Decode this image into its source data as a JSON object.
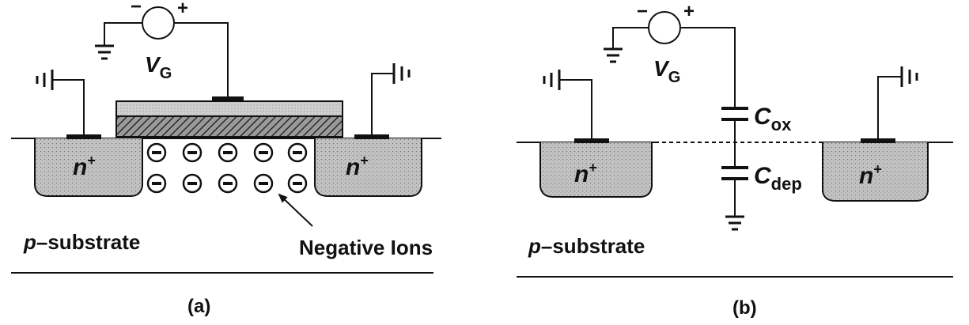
{
  "panel_a": {
    "source_symbol": "V",
    "source_subscript": "G",
    "minus_sign": "−",
    "plus_sign": "+",
    "left_doping": "n",
    "left_doping_sup": "+",
    "right_doping": "n",
    "right_doping_sup": "+",
    "substrate_italic": "p",
    "substrate_rest": "–substrate",
    "ion_symbol": "⊖",
    "ion_label": "Negative Ions",
    "caption": "(a)"
  },
  "panel_b": {
    "source_symbol": "V",
    "source_subscript": "G",
    "minus_sign": "−",
    "plus_sign": "+",
    "left_doping": "n",
    "left_doping_sup": "+",
    "right_doping": "n",
    "right_doping_sup": "+",
    "cap_top_symbol": "C",
    "cap_top_subscript": "ox",
    "cap_bottom_symbol": "C",
    "cap_bottom_subscript": "dep",
    "substrate_italic": "p",
    "substrate_rest": "–substrate",
    "caption": "(b)"
  },
  "colors": {
    "ink": "#111111",
    "doped_fill": "#bdbdbd",
    "gate_fill": "#c8c8c8",
    "oxide_hatch": "#3a3a3a"
  }
}
